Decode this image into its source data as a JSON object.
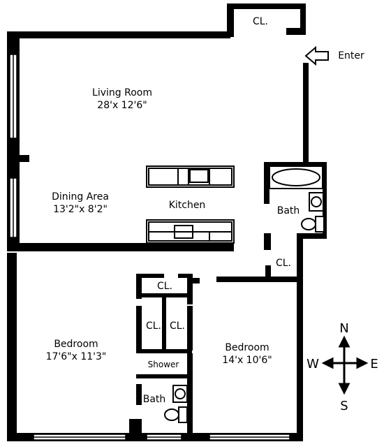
{
  "rooms": {
    "living_room": {
      "name": "Living Room",
      "dims": "28'x 12'6\""
    },
    "dining_area": {
      "name": "Dining Area",
      "dims": "13'2\"x 8'2\""
    },
    "kitchen": {
      "name": "Kitchen"
    },
    "bath_main": {
      "name": "Bath"
    },
    "closet_entry": {
      "name": "CL."
    },
    "closet_hall": {
      "name": "CL."
    },
    "closet_top": {
      "name": "CL."
    },
    "closet_left": {
      "name": "CL."
    },
    "closet_right": {
      "name": "CL."
    },
    "bedroom_left": {
      "name": "Bedroom",
      "dims": "17'6\"x 11'3\""
    },
    "bedroom_right": {
      "name": "Bedroom",
      "dims": "14'x 10'6\""
    },
    "shower": {
      "name": "Shower"
    },
    "bath_small": {
      "name": "Bath"
    }
  },
  "entry": {
    "label": "Enter"
  },
  "compass": {
    "n": "N",
    "s": "S",
    "e": "E",
    "w": "W"
  }
}
